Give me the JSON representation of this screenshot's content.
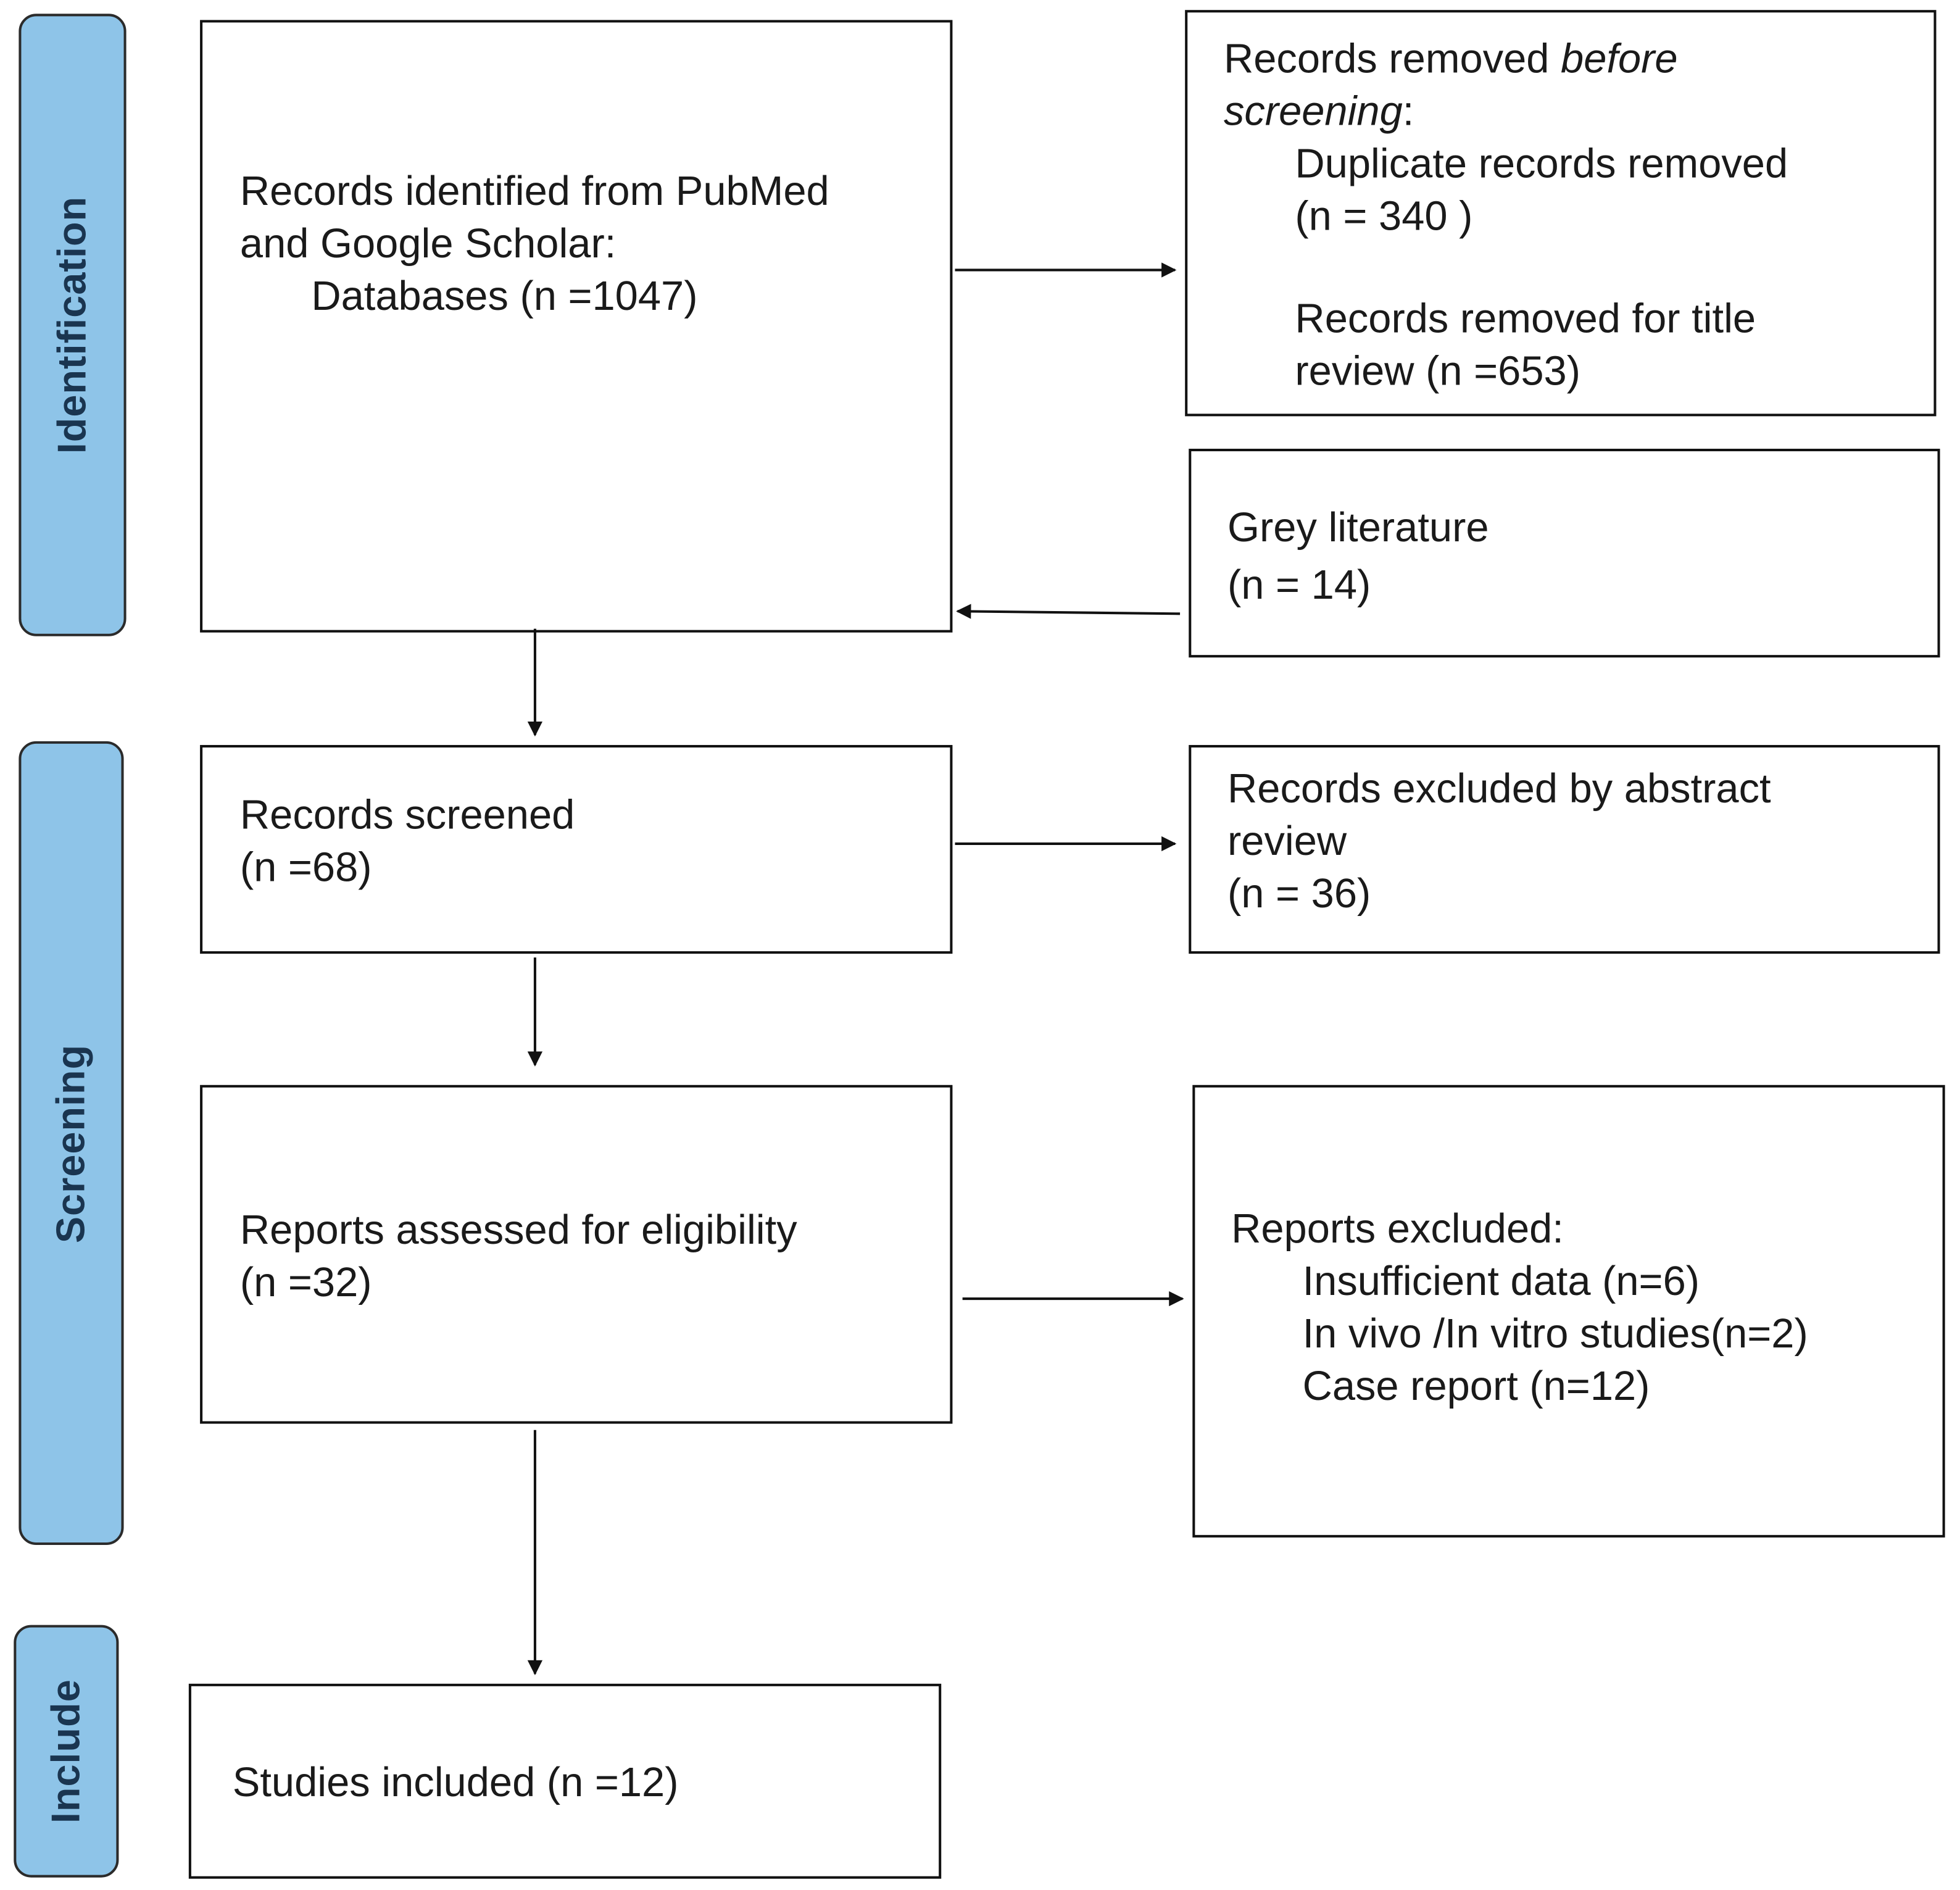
{
  "phases": {
    "identification": "Identification",
    "screening": "Screening",
    "include": "Include"
  },
  "boxes": {
    "identified": {
      "line1": "Records identified from PubMed",
      "line2": "and Google Scholar:",
      "line3": "Databases (n =1047)"
    },
    "removed": {
      "heading_plain": "Records removed ",
      "heading_italic": "before",
      "heading_italic2": "screening",
      "heading_colon": ":",
      "duplicates_label": "Duplicate records removed",
      "duplicates_count": "(n = 340 )",
      "title_review_label": "Records removed for title",
      "title_review_count": "review (n =653)"
    },
    "grey": {
      "label": "Grey literature",
      "count": "(n = 14)"
    },
    "screened": {
      "label": "Records screened",
      "count": "(n =68)"
    },
    "excluded_abstract": {
      "line1": "Records excluded by abstract",
      "line2": "review",
      "count": "(n = 36)"
    },
    "assessed": {
      "label": "Reports assessed for eligibility",
      "count": "(n =32)"
    },
    "reports_excluded": {
      "heading": "Reports excluded:",
      "item1": "Insufficient data (n=6)",
      "item2": "In vivo /In vitro studies(n=2)",
      "item3": "Case report (n=12)"
    },
    "included": {
      "label": "Studies included (n =12)"
    }
  }
}
